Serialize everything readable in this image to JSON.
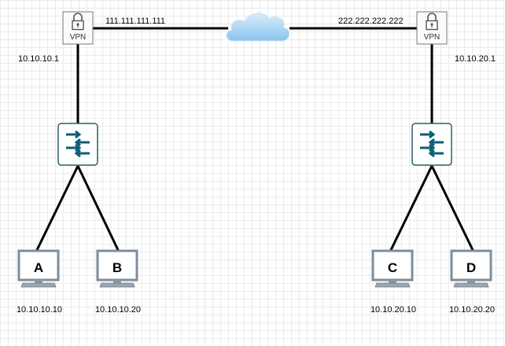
{
  "vpn_left": {
    "label": "VPN",
    "wan_ip": "111.111.111.111",
    "lan_ip": "10.10.10.1"
  },
  "vpn_right": {
    "label": "VPN",
    "wan_ip": "222.222.222.222",
    "lan_ip": "10.10.20.1"
  },
  "hosts": [
    {
      "letter": "A",
      "ip": "10.10.10.10"
    },
    {
      "letter": "B",
      "ip": "10.10.10.20"
    },
    {
      "letter": "C",
      "ip": "10.10.20.10"
    },
    {
      "letter": "D",
      "ip": "10.10.20.20"
    }
  ],
  "colors": {
    "link": "#000000",
    "switch_fill": "#ffffff",
    "switch_border": "#2b5f6b",
    "switch_arrow": "#0b5e75",
    "monitor_frame": "#7f8c99",
    "monitor_screen": "#ffffff",
    "cloud_fill": "#a9d2f2",
    "vpn_border": "#777777"
  }
}
